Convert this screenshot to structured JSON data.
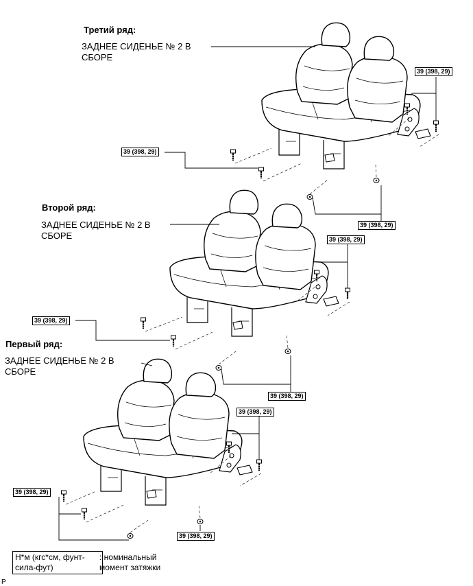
{
  "rows": [
    {
      "title": "Третий ряд:",
      "part": "ЗАДНЕЕ СИДЕНЬЕ № 2 В\nСБОРЕ"
    },
    {
      "title": "Второй ряд:",
      "part": "ЗАДНЕЕ СИДЕНЬЕ № 2 В\nСБОРЕ"
    },
    {
      "title": "Первый ряд:",
      "part": "ЗАДНЕЕ СИДЕНЬЕ № 2 В\nСБОРЕ"
    }
  ],
  "torque_spec": "39 (398, 29)",
  "legend": {
    "unit": "Н*м (кгс*см, фунт-\nсила-фут)",
    "meaning": ": номинальный\nмомент затяжки"
  },
  "page_code": "P"
}
